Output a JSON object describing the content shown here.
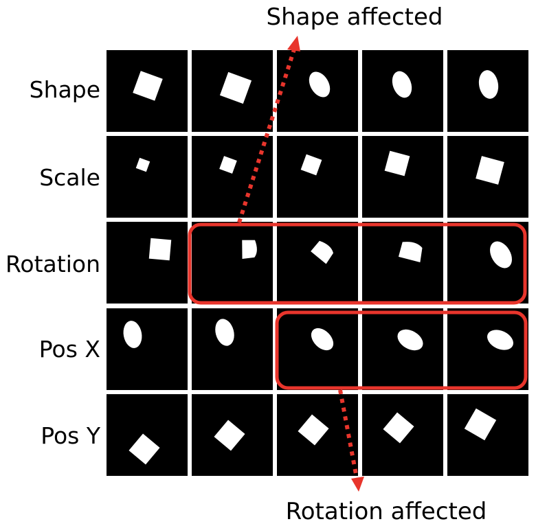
{
  "annotations": {
    "top": "Shape affected",
    "bottom": "Rotation affected"
  },
  "colors": {
    "background": "#ffffff",
    "tile": "#000000",
    "shape": "#ffffff",
    "highlight": "#e8352c"
  },
  "rows": [
    {
      "label": "Shape",
      "cells": [
        {
          "kind": "square",
          "rot": 20
        },
        {
          "kind": "square",
          "rot": 20
        },
        {
          "kind": "ellipse",
          "rot": -30
        },
        {
          "kind": "ellipse",
          "rot": -20
        },
        {
          "kind": "ellipse",
          "rot": -10
        }
      ]
    },
    {
      "label": "Scale",
      "cells": [
        {
          "kind": "square",
          "rot": 20
        },
        {
          "kind": "square",
          "rot": 20
        },
        {
          "kind": "square",
          "rot": 20
        },
        {
          "kind": "square",
          "rot": 15
        },
        {
          "kind": "square",
          "rot": 15
        }
      ]
    },
    {
      "label": "Rotation",
      "cells": [
        {
          "kind": "square",
          "rot": 5
        },
        {
          "kind": "blob",
          "rot": 20
        },
        {
          "kind": "blob",
          "rot": -30
        },
        {
          "kind": "blob",
          "rot": -55
        },
        {
          "kind": "ellipse",
          "rot": -30
        }
      ]
    },
    {
      "label": "Pos X",
      "cells": [
        {
          "kind": "ellipse",
          "rot": -10
        },
        {
          "kind": "ellipse",
          "rot": -15
        },
        {
          "kind": "ellipse",
          "rot": -45
        },
        {
          "kind": "ellipse",
          "rot": -60
        },
        {
          "kind": "ellipse",
          "rot": -65
        }
      ]
    },
    {
      "label": "Pos Y",
      "cells": [
        {
          "kind": "square",
          "rot": 40
        },
        {
          "kind": "square",
          "rot": 40
        },
        {
          "kind": "square",
          "rot": 40
        },
        {
          "kind": "square",
          "rot": 40
        },
        {
          "kind": "square",
          "rot": 30
        }
      ]
    }
  ]
}
